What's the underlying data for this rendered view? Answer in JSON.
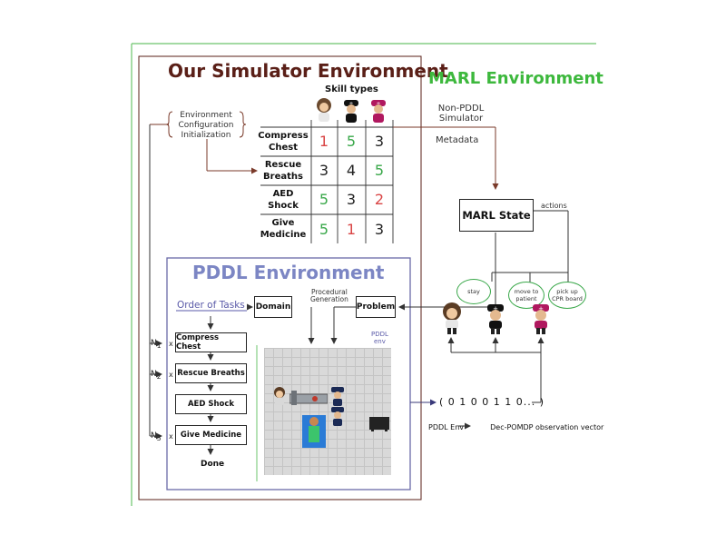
{
  "simulator": {
    "title": "Our Simulator Environment"
  },
  "marl": {
    "title": "MARL Environment",
    "state_label": "MARL State",
    "actions_label": "actions"
  },
  "skills": {
    "header": "Skill types",
    "tasks": [
      {
        "label": "Compress\nChest",
        "scores": [
          1,
          5,
          3
        ],
        "colors": [
          "red",
          "green",
          "black"
        ]
      },
      {
        "label": "Rescue\nBreaths",
        "scores": [
          3,
          4,
          5
        ],
        "colors": [
          "black",
          "black",
          "green"
        ]
      },
      {
        "label": "AED\nShock",
        "scores": [
          5,
          3,
          2
        ],
        "colors": [
          "green",
          "black",
          "red"
        ]
      },
      {
        "label": "Give\nMedicine",
        "scores": [
          5,
          1,
          3
        ],
        "colors": [
          "green",
          "red",
          "black"
        ]
      }
    ]
  },
  "config": {
    "line1": "Environment",
    "line2": "Configuration",
    "line3": "Initialization"
  },
  "non_pddl": {
    "line1": "Non-PDDL",
    "line2": "Simulator",
    "metadata": "Metadata"
  },
  "pddl": {
    "title": "PDDL Environment",
    "order_label": "Order of Tasks",
    "domain_label": "Domain",
    "problem_label": "Problem",
    "procedural_line1": "Procedural",
    "procedural_line2": "Generation",
    "env_line1": "PDDL",
    "env_line2": "env",
    "tasks": [
      "Compress Chest",
      "Rescue Breaths",
      "AED Shock",
      "Give Medicine"
    ],
    "done": "Done",
    "n_labels": [
      "N",
      "N",
      "N"
    ],
    "n_subs": [
      "1",
      "2",
      "3"
    ],
    "x_mark": "x"
  },
  "agents": {
    "bubbles": [
      "stay",
      "move to\npatient",
      "pick up\nCPR board"
    ]
  },
  "observation": {
    "vector": "( 0 1 0 0 1 1 0... )",
    "caption_left": "PDDL Env",
    "caption_right": "Dec-POMDP observation vector"
  },
  "colors": {
    "sim_title": "#5a1f17",
    "marl_title": "#3db83d",
    "pddl_title": "#7c86c4",
    "arrow_brown": "#7a3a2a",
    "arrow_blue": "#3a3a7a"
  }
}
